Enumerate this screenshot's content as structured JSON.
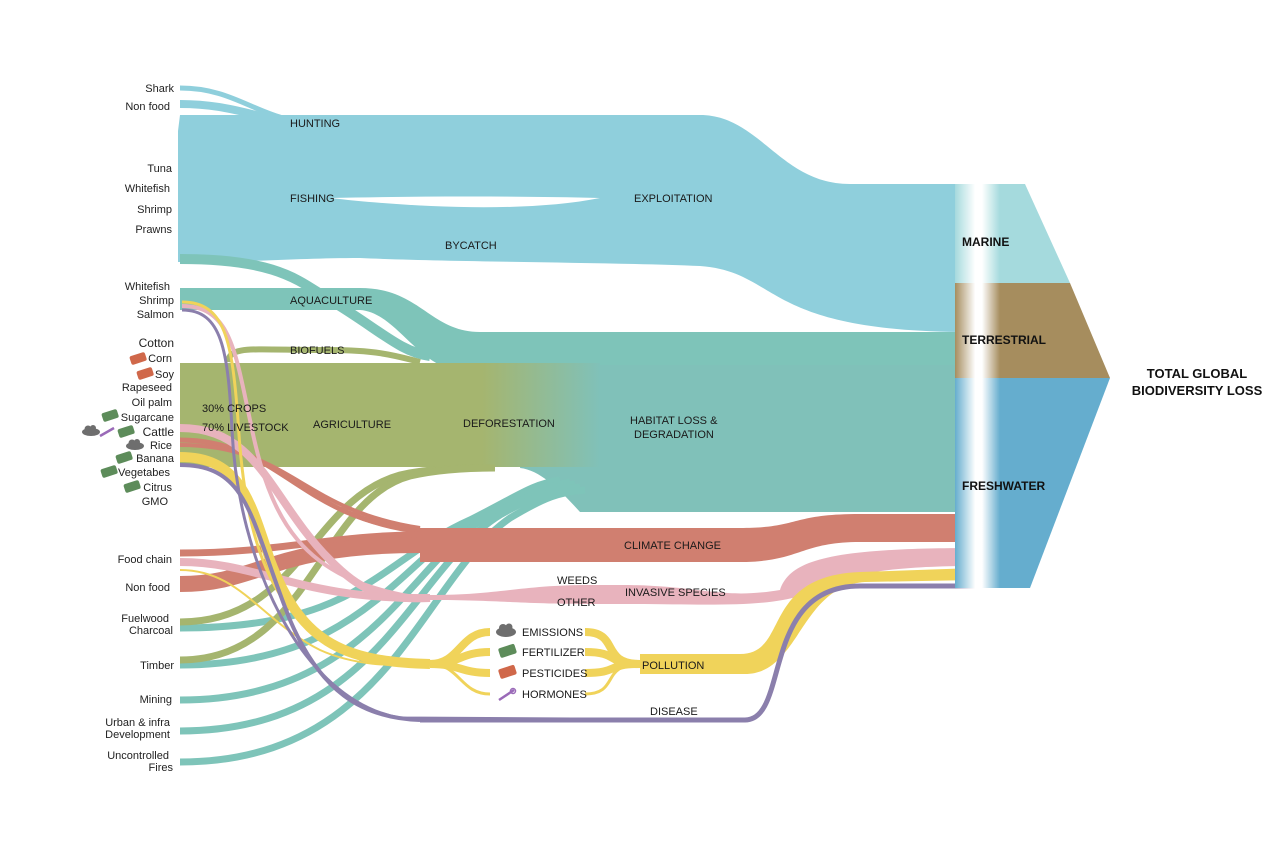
{
  "colors": {
    "marine": "#8fcfdc",
    "aquaculture": "#7ec4b9",
    "habitat": "#80c1b9",
    "agriculture": "#a5b56f",
    "climate": "#d07f70",
    "invasive": "#e8b3bd",
    "pollution": "#f0d35a",
    "disease": "#8b7fac",
    "marine_block": "#a5dadd",
    "terrestrial_block": "#a68d5e",
    "freshwater_block": "#65adce"
  },
  "sources": {
    "shark": "Shark",
    "non_food_marine": "Non food",
    "tuna": "Tuna",
    "whitefish_marine": "Whitefish",
    "shrimp_marine": "Shrimp",
    "prawns": "Prawns",
    "whitefish_aqua": "Whitefish",
    "shrimp_aqua": "Shrimp",
    "salmon": "Salmon",
    "cotton": "Cotton",
    "corn": "Corn",
    "soy": "Soy",
    "rapeseed": "Rapeseed",
    "oil_palm": "Oil palm",
    "sugarcane": "Sugarcane",
    "cattle": "Cattle",
    "rice": "Rice",
    "banana": "Banana",
    "vegetables": "Vegetabes",
    "citrus": "Citrus",
    "gmo": "GMO",
    "food_chain": "Food chain",
    "non_food_land": "Non food",
    "fuelwood": "Fuelwood",
    "charcoal": "Charcoal",
    "timber": "Timber",
    "mining": "Mining",
    "urban_1": "Urban & infra",
    "urban_2": "Development",
    "fires_1": "Uncontrolled",
    "fires_2": "Fires"
  },
  "nodes": {
    "hunting": "HUNTING",
    "fishing": "FISHING",
    "bycatch": "BYCATCH",
    "exploitation": "EXPLOITATION",
    "aquaculture": "AQUACULTURE",
    "biofuels": "BIOFUELS",
    "crops": "30% CROPS",
    "livestock": "70% LIVESTOCK",
    "agriculture": "AGRICULTURE",
    "deforestation": "DEFORESTATION",
    "habitat_1": "HABITAT LOSS &",
    "habitat_2": "DEGRADATION",
    "climate_change": "CLIMATE CHANGE",
    "weeds": "WEEDS",
    "other": "OTHER",
    "invasive_species": "INVASIVE SPECIES",
    "emissions": "EMISSIONS",
    "fertilizer": "FERTILIZER",
    "pesticides": "PESTICIDES",
    "hormones": "HORMONES",
    "pollution": "POLLUTION",
    "disease": "DISEASE"
  },
  "destinations": {
    "marine": "MARINE",
    "terrestrial": "TERRESTRIAL",
    "freshwater": "FRESHWATER"
  },
  "final": {
    "line1": "TOTAL GLOBAL",
    "line2": "BIODIVERSITY LOSS"
  },
  "icons": {
    "emissions": "cloud-icon",
    "fertilizer": "fertilizer-bag-icon",
    "pesticides": "pesticide-bag-icon",
    "hormones": "syringe-icon"
  }
}
